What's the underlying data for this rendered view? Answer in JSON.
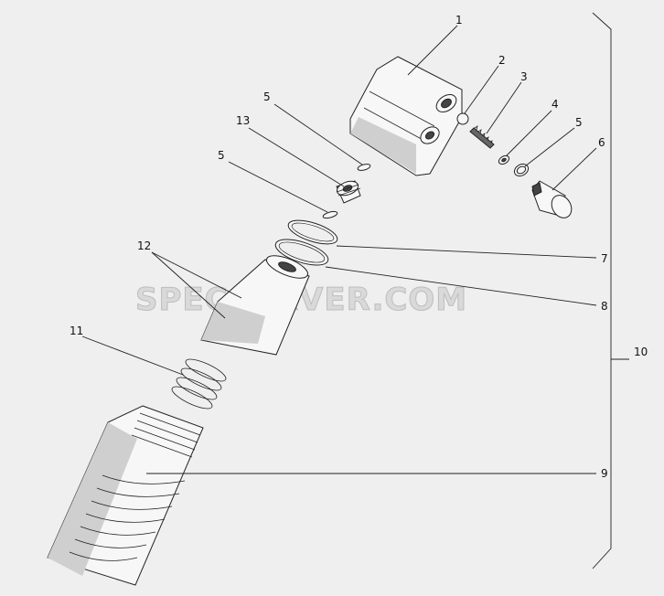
{
  "diagram": {
    "watermark": "SPECSERVER.COM",
    "callouts": {
      "c1": "1",
      "c2": "2",
      "c3": "3",
      "c4": "4",
      "c5a": "5",
      "c5b": "5",
      "c5c": "5",
      "c6": "6",
      "c7": "7",
      "c8": "8",
      "c9": "9",
      "c10": "10",
      "c11": "11",
      "c12": "12",
      "c13": "13"
    }
  }
}
